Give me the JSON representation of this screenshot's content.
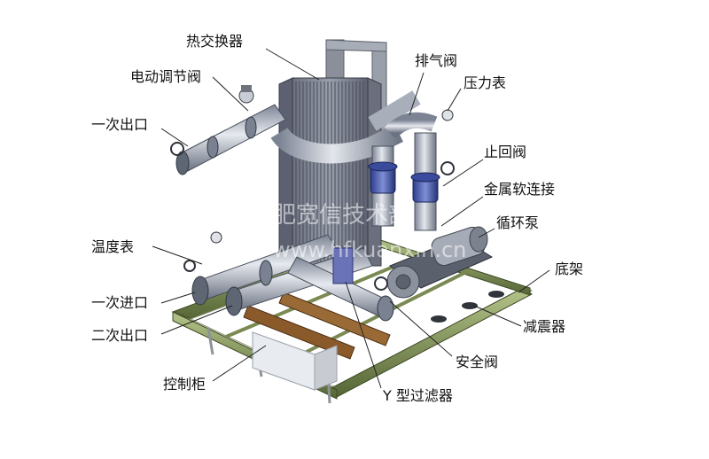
{
  "labels": {
    "heat_exchanger": "热交换器",
    "electric_valve": "电动调节阀",
    "primary_outlet": "一次出口",
    "exhaust_valve": "排气阀",
    "pressure_gauge": "压力表",
    "check_valve": "止回阀",
    "metal_flex": "金属软连接",
    "circ_pump": "循环泵",
    "thermometer": "温度表",
    "base_frame": "底架",
    "primary_inlet": "一次进口",
    "secondary_outlet": "二次出口",
    "damper": "减震器",
    "safety_valve": "安全阀",
    "control_cabinet": "控制柜",
    "y_filter": "Y 型过滤器"
  },
  "watermark": {
    "line1": "合肥宽信技术部",
    "line2": "www.hfkuanxin.cn"
  }
}
